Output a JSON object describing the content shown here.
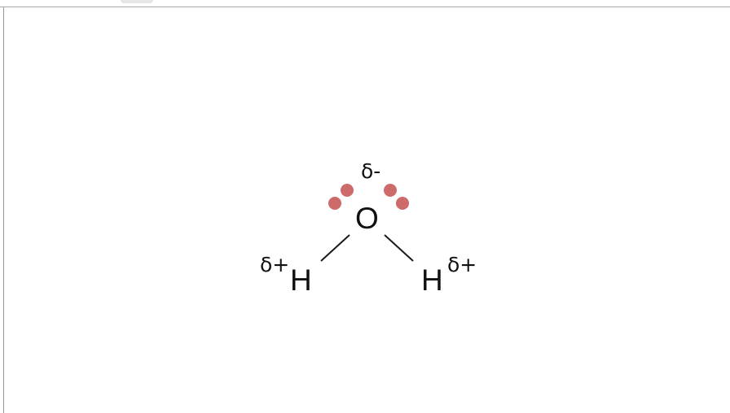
{
  "molecule": {
    "oxygen": {
      "symbol": "O",
      "charge": "δ-"
    },
    "hydrogen_left": {
      "symbol": "H",
      "charge": "δ+"
    },
    "hydrogen_right": {
      "symbol": "H",
      "charge": "δ+"
    },
    "lone_pairs": 2
  },
  "colors": {
    "lone_pair": "#cd6b6b",
    "bond": "#1a1a1a",
    "text": "#111111",
    "frame": "#9a9a9a"
  }
}
